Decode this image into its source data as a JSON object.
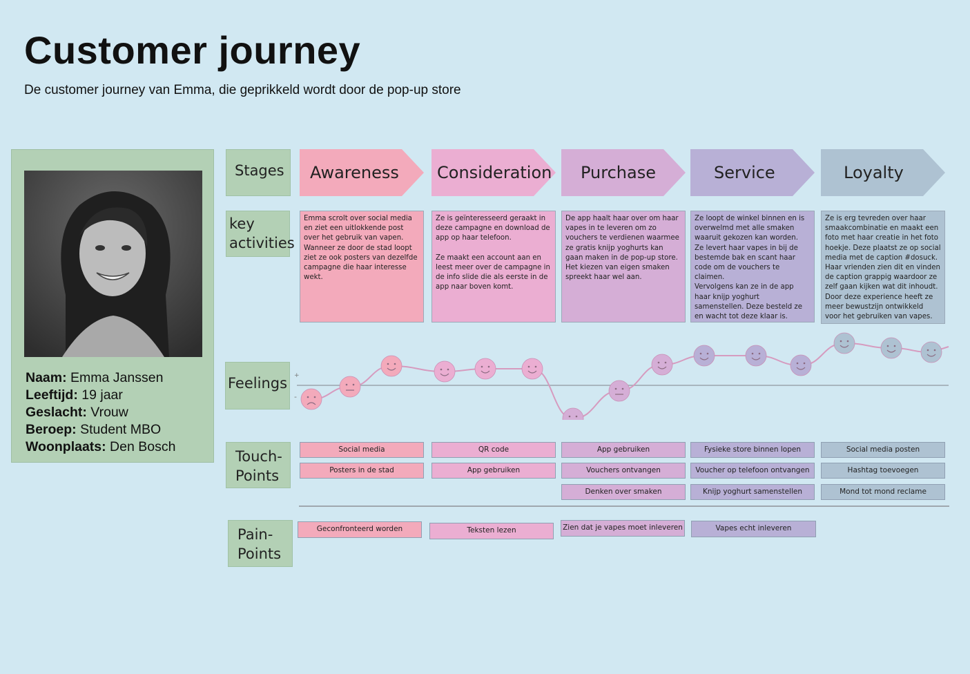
{
  "title": "Customer journey",
  "subtitle": "De customer journey van Emma, die geprikkeld wordt door de pop-up store",
  "persona": {
    "fields": [
      {
        "label": "Naam:",
        "value": " Emma Janssen"
      },
      {
        "label": "Leeftijd:",
        "value": " 19 jaar"
      },
      {
        "label": "Geslacht:",
        "value": " Vrouw"
      },
      {
        "label": "Beroep:",
        "value": " Student MBO"
      },
      {
        "label": "Woonplaats:",
        "value": " Den Bosch"
      }
    ]
  },
  "row_labels": {
    "stages": "Stages",
    "key_1": "key",
    "key_2": "activities",
    "feelings": "Feelings",
    "touch_1": "Touch-",
    "touch_2": "Points",
    "pain_1": "Pain-",
    "pain_2": "Points"
  },
  "stages": [
    {
      "name": "Awareness",
      "color": "#f3aabb",
      "activity": "Emma scrolt over social media en ziet een uitlokkende post over het gebruik van vapen. Wanneer ze door de stad loopt ziet ze ook posters van dezelfde campagne die haar interesse wekt.",
      "touchpoints": [
        "Social media",
        "Posters in de stad"
      ],
      "painpoints": [
        "Geconfronteerd worden"
      ]
    },
    {
      "name": "Consideration",
      "color": "#ebaed2",
      "activity": "Ze is geïnteresseerd geraakt in deze campagne en download de app op haar telefoon.\n\nZe maakt een account aan en leest meer over de campagne in de info slide die als eerste in de app naar boven komt.",
      "touchpoints": [
        "QR code",
        "App gebruiken"
      ],
      "painpoints": [
        "Teksten lezen"
      ]
    },
    {
      "name": "Purchase",
      "color": "#d5aed6",
      "activity": "De app haalt haar over om haar vapes in te leveren om zo vouchers te verdienen waarmee ze gratis knijp yoghurts kan gaan maken in de pop-up store. Het kiezen van eigen smaken spreekt haar wel aan.",
      "touchpoints": [
        "App gebruiken",
        "Vouchers ontvangen",
        "Denken over smaken"
      ],
      "painpoints": [
        "Zien dat je vapes moet inleveren"
      ]
    },
    {
      "name": "Service",
      "color": "#b8b0d6",
      "activity": "Ze loopt de winkel binnen en is overwelmd met alle smaken waaruit gekozen kan worden.\nZe levert haar vapes in bij de bestemde bak en scant haar code om de vouchers te claimen.\nVervolgens kan ze in de app haar knijp yoghurt samenstellen. Deze besteld ze en wacht tot deze klaar is.",
      "touchpoints": [
        "Fysieke store binnen lopen",
        "Voucher op telefoon ontvangen",
        "Knijp yoghurt samenstellen"
      ],
      "painpoints": [
        "Vapes echt inleveren"
      ]
    },
    {
      "name": "Loyalty",
      "color": "#aec2d2",
      "activity": "Ze is erg tevreden over haar smaakcombinatie en maakt een foto met haar creatie in het foto hoekje. Deze plaatst ze op social media met de caption #dosuck. Haar vrienden zien dit en vinden de caption grappig waardoor ze zelf gaan kijken wat dit inhoudt. Door deze experience heeft ze meer bewustzijn ontwikkeld voor het gebruiken van vapes.",
      "touchpoints": [
        "Social media posten",
        "Hashtag toevoegen",
        "Mond tot mond reclame"
      ],
      "painpoints": []
    }
  ],
  "feelings_axis": {
    "plus": "+",
    "minus": "-"
  },
  "chart_data": {
    "type": "line",
    "series": [
      {
        "values": [
          -1,
          0,
          1,
          1,
          1,
          1,
          -2,
          0,
          1,
          2,
          2,
          2,
          3,
          3,
          3
        ],
        "moods": [
          "sad",
          "neutral",
          "happy",
          "happy",
          "happy",
          "happy",
          "sad",
          "neutral",
          "happy",
          "happy",
          "happy",
          "happy",
          "happy",
          "happy",
          "happy"
        ],
        "stage_index": [
          0,
          0,
          0,
          1,
          1,
          1,
          2,
          2,
          2,
          3,
          3,
          3,
          4,
          4,
          4
        ]
      }
    ]
  }
}
